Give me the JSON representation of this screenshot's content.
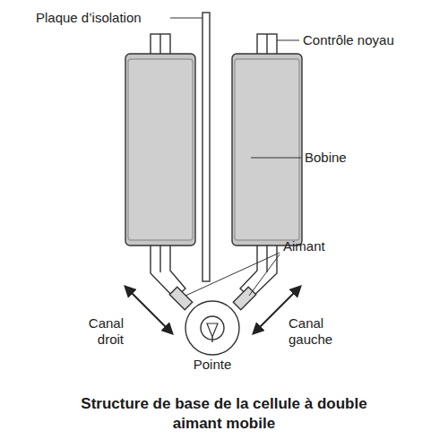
{
  "diagram": {
    "title": "Structure de base de la cellule à double aimant mobile",
    "labels": [
      "Plaque d’isolation",
      "Contrôle noyau",
      "Bobine",
      "Aimant",
      "Canal droit",
      "Canal gauche",
      "Pointe"
    ]
  }
}
